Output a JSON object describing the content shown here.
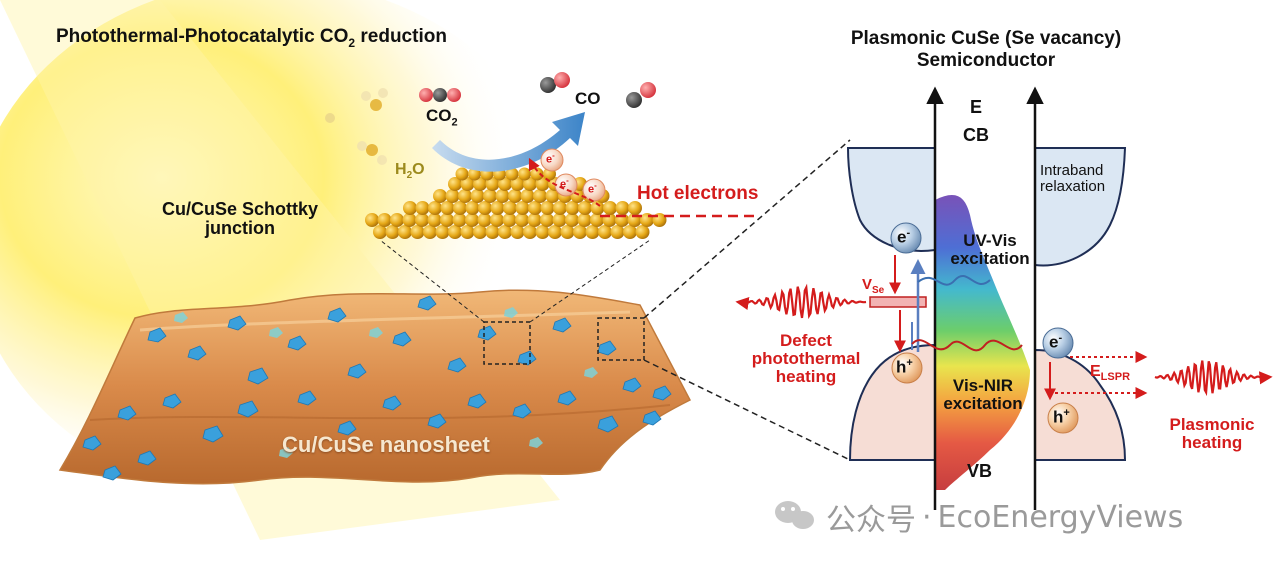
{
  "left_panel": {
    "title_main": "Photothermal-Photocatalytic CO",
    "title_sub": "2",
    "title_tail": " reduction",
    "co2_main": "CO",
    "co2_sub": "2",
    "co_label": "CO",
    "h2o_main": "H",
    "h2o_sub": "2",
    "h2o_tail": "O",
    "electron_symbol": "e",
    "electron_charge": "-",
    "hot_electrons": "Hot electrons",
    "schottky_line1": "Cu/CuSe Schottky",
    "schottky_line2": "junction",
    "nanosheet": "Cu/CuSe nanosheet"
  },
  "right_panel": {
    "title_line1": "Plasmonic CuSe (Se vacancy)",
    "title_line2": "Semiconductor",
    "energy_axis": "E",
    "cb": "CB",
    "vb": "VB",
    "intraband_line1": "Intraband",
    "intraband_line2": "relaxation",
    "uv_vis_line1": "UV-Vis",
    "uv_vis_line2": "excitation",
    "vis_nir_line1": "Vis-NIR",
    "vis_nir_line2": "excitation",
    "vse_main": "V",
    "vse_sub": "Se",
    "electron_symbol": "e",
    "electron_charge": "-",
    "hole_symbol": "h",
    "hole_charge": "+",
    "elspr_main": "E",
    "elspr_sub": "LSPR",
    "defect_line1": "Defect",
    "defect_line2": "photothermal",
    "defect_line3": "heating",
    "plasmonic_line1": "Plasmonic",
    "plasmonic_line2": "heating"
  },
  "watermark": {
    "brand": "公众号",
    "separator": "·",
    "name": "EcoEnergyViews"
  },
  "colors": {
    "highlight_red": "#d41c1c",
    "cb_blue": "#dbe7f3",
    "vb_pink": "#f6ddd5",
    "nanosheet_orange": "#d98a4a",
    "flake_blue": "#3aa0dc",
    "gold_particle": "#e6a817",
    "light_yellow": "#fff2a0"
  }
}
